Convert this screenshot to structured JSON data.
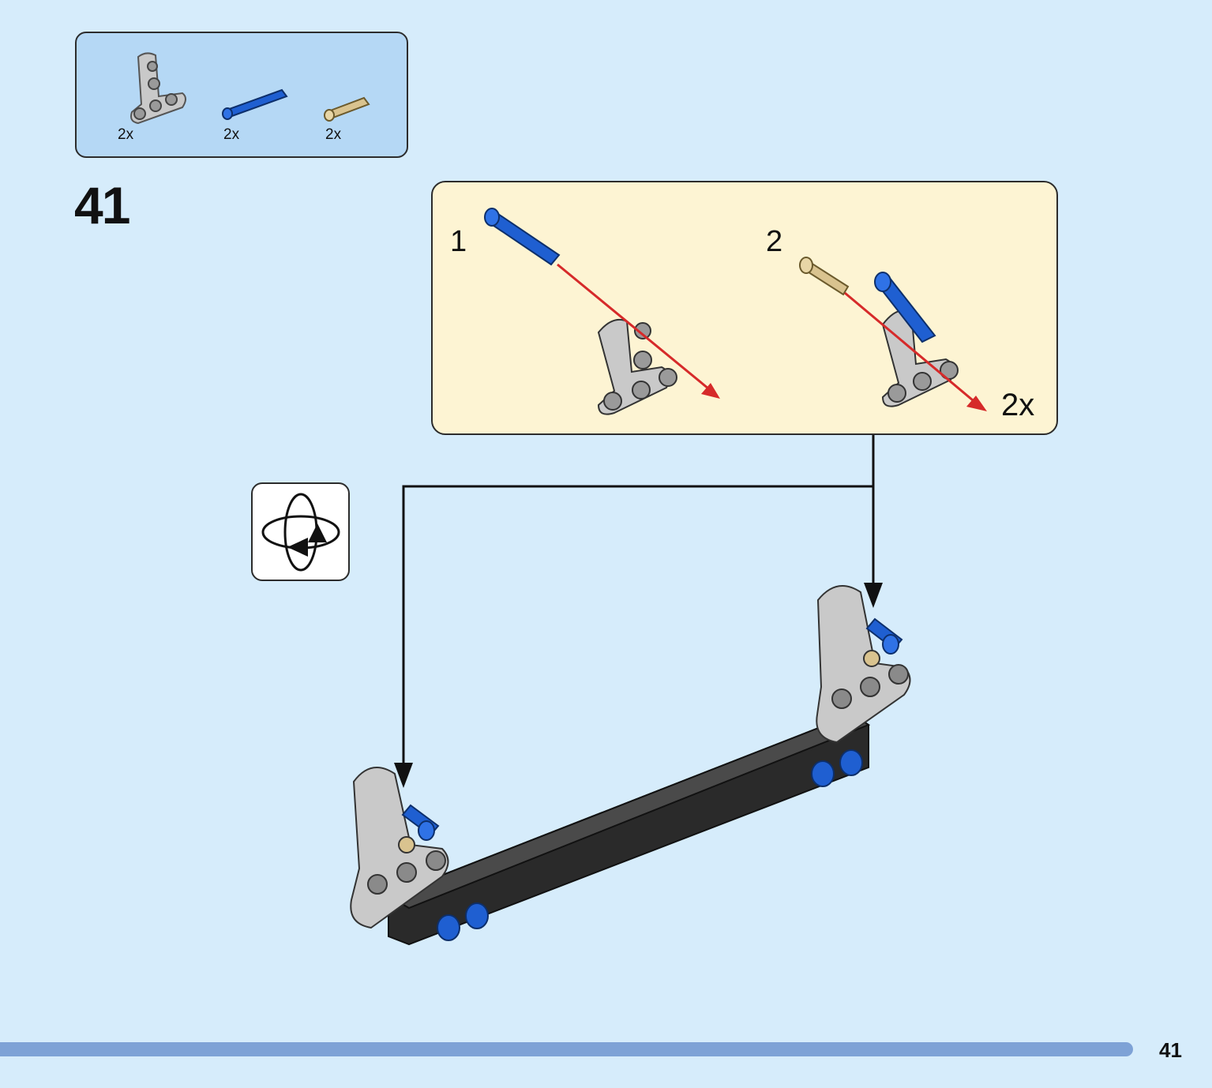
{
  "parts_list": {
    "items": [
      {
        "name": "gray-t-beam",
        "qty": "2x",
        "color": "#c9c9c9"
      },
      {
        "name": "blue-long-pin",
        "qty": "2x",
        "color": "#1f5fd1"
      },
      {
        "name": "tan-axle-pin",
        "qty": "2x",
        "color": "#d9c38f"
      }
    ]
  },
  "step": {
    "number": "41"
  },
  "callout": {
    "substep_1": "1",
    "substep_2": "2",
    "multiplier": "2x"
  },
  "rotate_icon": "rotate-model-icon",
  "page": {
    "number": "41"
  },
  "colors": {
    "background": "#d6ecfb",
    "parts_box": "#b5d8f5",
    "callout_bg": "#fdf4d3",
    "arrow_red": "#d62a2a",
    "footer_bar": "#7ea2d6"
  }
}
